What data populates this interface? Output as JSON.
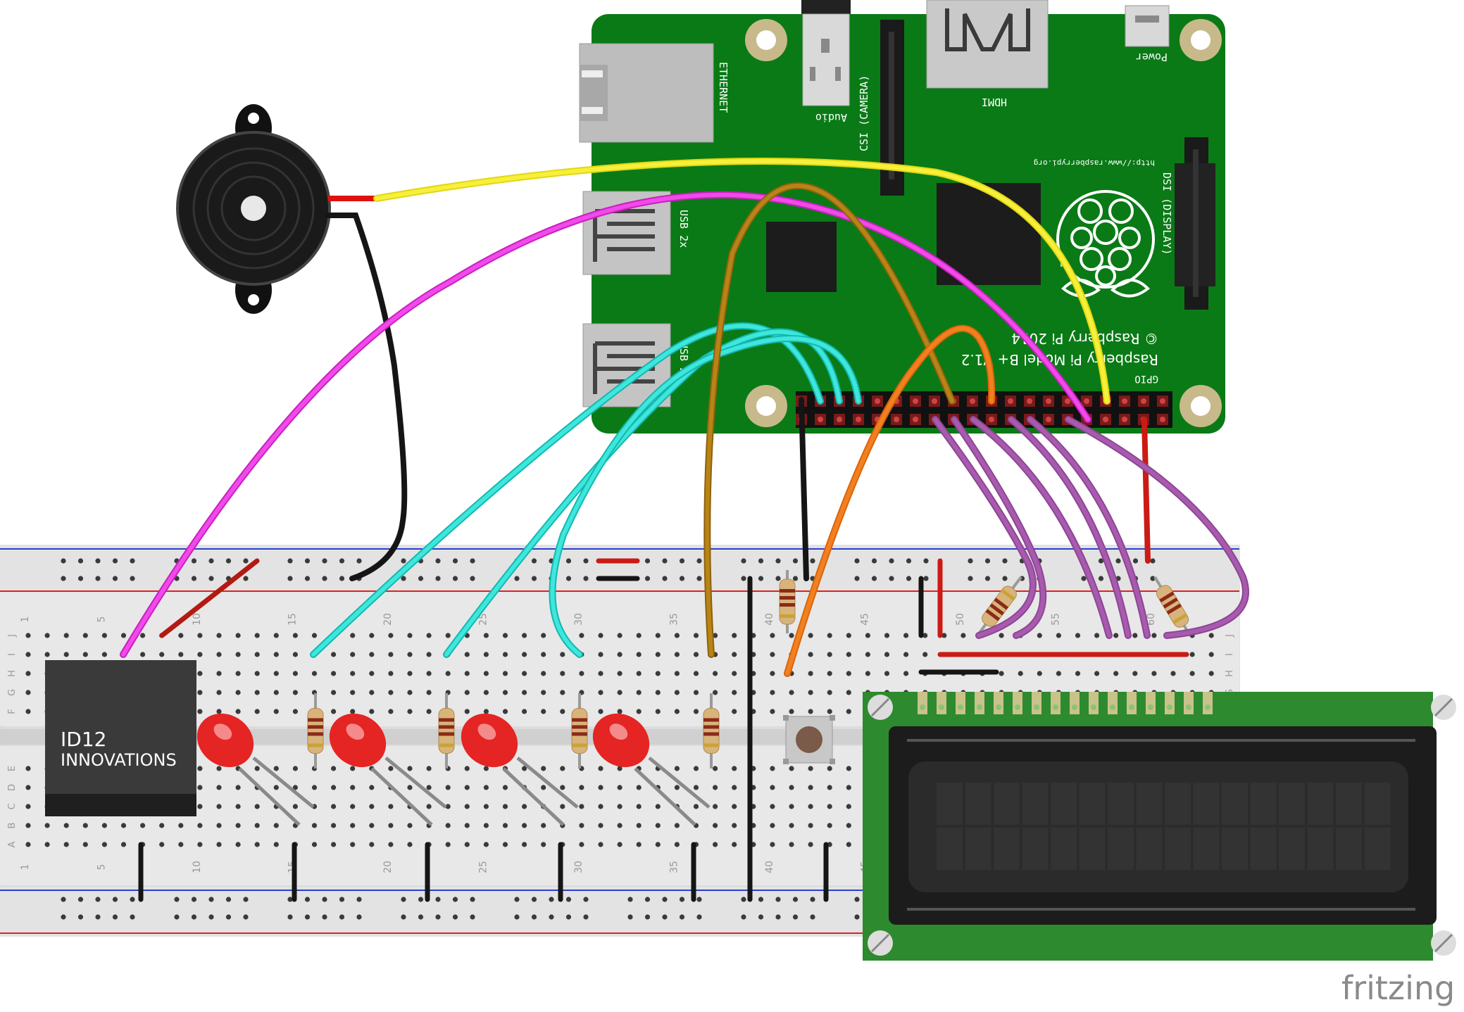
{
  "pi": {
    "labels": {
      "ethernet": "ETHERNET",
      "usb_top": "USB 2x",
      "usb_bottom": "USB 2x",
      "audio": "Audio",
      "csi": "CSI (CAMERA)",
      "hdmi": "HDMI",
      "power": "Power",
      "dsi": "DSI (DISPLAY)",
      "url": "http://www.raspberrypi.org",
      "copyright": "© Raspberry Pi 2014",
      "model": "Raspberry Pi Model B+ V1.2",
      "gpio": "GPIO",
      "tm": "TM"
    }
  },
  "rfid": {
    "line1": "ID12",
    "line2": "INNOVATIONS"
  },
  "breadboard": {
    "row_letters_top": [
      "J",
      "I",
      "H",
      "G",
      "F"
    ],
    "row_letters_bottom": [
      "E",
      "D",
      "C",
      "B",
      "A"
    ],
    "col_numbers": [
      "1",
      "5",
      "10",
      "15",
      "20",
      "25",
      "30",
      "35",
      "40",
      "45",
      "50",
      "55",
      "60"
    ]
  },
  "watermark": "fritzing",
  "colors": {
    "pi_board": "#0a7a16",
    "lcd_board": "#2e8a2e",
    "wire_yellow": "#f0e81a",
    "wire_magenta": "#e93ae0",
    "wire_cyan": "#2ed8d0",
    "wire_brown": "#a87412",
    "wire_orange": "#e77310",
    "wire_purple": "#a259a8",
    "wire_red": "#cc1a14",
    "wire_black": "#151515",
    "led_red": "#e52424"
  }
}
